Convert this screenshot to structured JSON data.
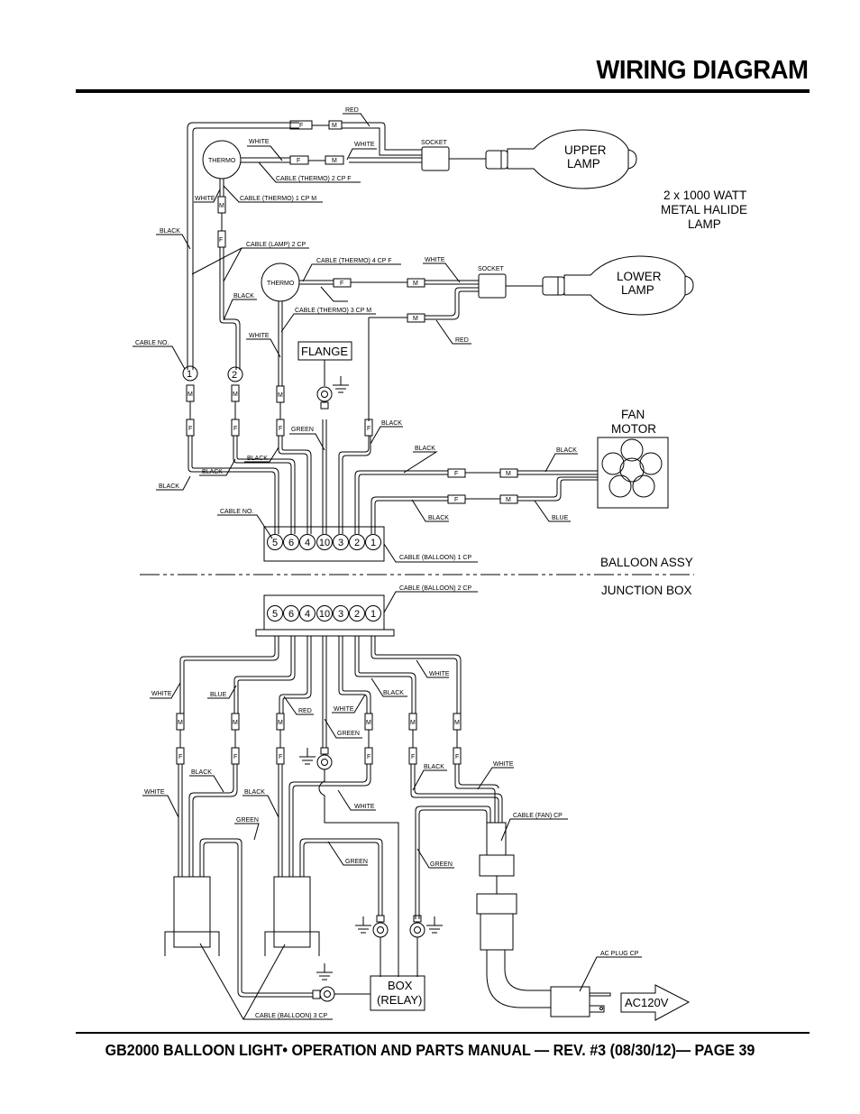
{
  "header": {
    "title": "WIRING DIAGRAM"
  },
  "footer": {
    "text": "GB2000 BALLOON LIGHT• OPERATION AND PARTS MANUAL — REV. #3 (08/30/12)— PAGE 39"
  },
  "components": {
    "upper_lamp": [
      "UPPER",
      "LAMP"
    ],
    "lower_lamp": [
      "LOWER",
      "LAMP"
    ],
    "lamp_spec": [
      "2 x 1000 WATT",
      "METAL HALIDE",
      "LAMP"
    ],
    "fan_motor": [
      "FAN",
      "MOTOR"
    ],
    "flange": "FLANGE",
    "thermo": "THERMO",
    "socket": "SOCKET",
    "box_relay": [
      "BOX",
      "(RELAY)"
    ],
    "ac_supply": "AC120V",
    "balloon_assy": "BALLOON ASSY",
    "junction_box": "JUNCTION BOX"
  },
  "connectors": {
    "male": "M",
    "female": "F"
  },
  "cable_labels": {
    "thermo_2cp_f": "CABLE (THERMO) 2 CP F",
    "thermo_1cp_m": "CABLE (THERMO) 1 CP M",
    "lamp_2cp": "CABLE (LAMP) 2 CP",
    "thermo_4cp_f": "CABLE (THERMO) 4 CP F",
    "thermo_3cp_m": "CABLE (THERMO) 3 CP M",
    "cable_no": "CABLE NO.",
    "balloon_1cp": "CABLE (BALLOON) 1 CP",
    "balloon_2cp": "CABLE (BALLOON) 2 CP",
    "balloon_3cp": "CABLE (BALLOON) 3 CP",
    "fan_cp": "CABLE (FAN) CP",
    "ac_plug_cp": "AC PLUG CP"
  },
  "wire_colors": {
    "red": "RED",
    "white": "WHITE",
    "black": "BLACK",
    "green": "GREEN",
    "blue": "BLUE"
  },
  "cable_numbers_top": [
    "1",
    "2"
  ],
  "terminal_numbers": [
    "5",
    "6",
    "4",
    "10",
    "3",
    "2",
    "1"
  ]
}
